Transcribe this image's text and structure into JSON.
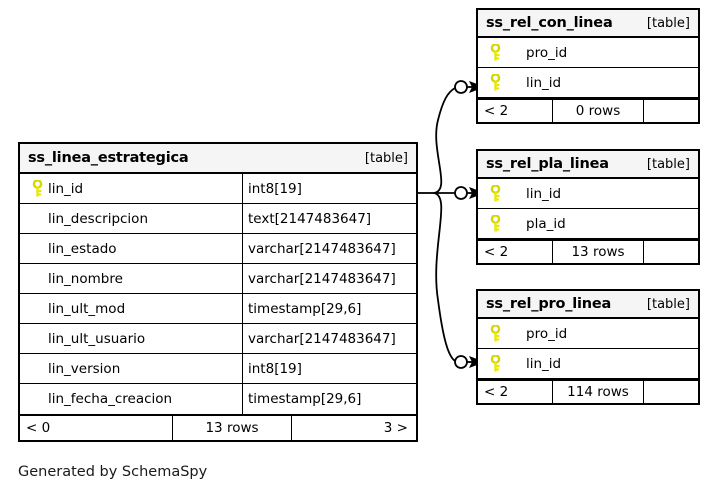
{
  "diagram": {
    "caption": "Generated by SchemaSpy",
    "kind_label": "[table]",
    "key_icon": "primary-key-icon",
    "colors": {
      "key": "#e8e800",
      "key_stroke": "#b8b800",
      "border": "#000000",
      "header_bg": "#f5f5f5",
      "page_bg": "#ffffff",
      "connector": "#000000"
    }
  },
  "main_table": {
    "name": "ss_linea_estrategica",
    "kind": "[table]",
    "columns": [
      {
        "key": true,
        "name": "lin_id",
        "type": "int8[19]"
      },
      {
        "key": false,
        "name": "lin_descripcion",
        "type": "text[2147483647]"
      },
      {
        "key": false,
        "name": "lin_estado",
        "type": "varchar[2147483647]"
      },
      {
        "key": false,
        "name": "lin_nombre",
        "type": "varchar[2147483647]"
      },
      {
        "key": false,
        "name": "lin_ult_mod",
        "type": "timestamp[29,6]"
      },
      {
        "key": false,
        "name": "lin_ult_usuario",
        "type": "varchar[2147483647]"
      },
      {
        "key": false,
        "name": "lin_version",
        "type": "int8[19]"
      },
      {
        "key": false,
        "name": "lin_fecha_creacion",
        "type": "timestamp[29,6]"
      }
    ],
    "footer": {
      "left": "< 0",
      "center": "13 rows",
      "right": "3 >"
    }
  },
  "related_tables": [
    {
      "name": "ss_rel_con_linea",
      "kind": "[table]",
      "columns": [
        {
          "key": true,
          "name": "pro_id",
          "type": ""
        },
        {
          "key": true,
          "name": "lin_id",
          "type": ""
        }
      ],
      "footer": {
        "left": "< 2",
        "center": "0 rows",
        "right": ""
      }
    },
    {
      "name": "ss_rel_pla_linea",
      "kind": "[table]",
      "columns": [
        {
          "key": true,
          "name": "lin_id",
          "type": ""
        },
        {
          "key": true,
          "name": "pla_id",
          "type": ""
        }
      ],
      "footer": {
        "left": "< 2",
        "center": "13 rows",
        "right": ""
      }
    },
    {
      "name": "ss_rel_pro_linea",
      "kind": "[table]",
      "columns": [
        {
          "key": true,
          "name": "pro_id",
          "type": ""
        },
        {
          "key": true,
          "name": "lin_id",
          "type": ""
        }
      ],
      "footer": {
        "left": "< 2",
        "center": "114 rows",
        "right": ""
      }
    }
  ],
  "relationships": [
    {
      "from": "ss_linea_estrategica.lin_id",
      "to": "ss_rel_con_linea.lin_id"
    },
    {
      "from": "ss_linea_estrategica.lin_id",
      "to": "ss_rel_pla_linea.lin_id"
    },
    {
      "from": "ss_linea_estrategica.lin_id",
      "to": "ss_rel_pro_linea.lin_id"
    }
  ]
}
